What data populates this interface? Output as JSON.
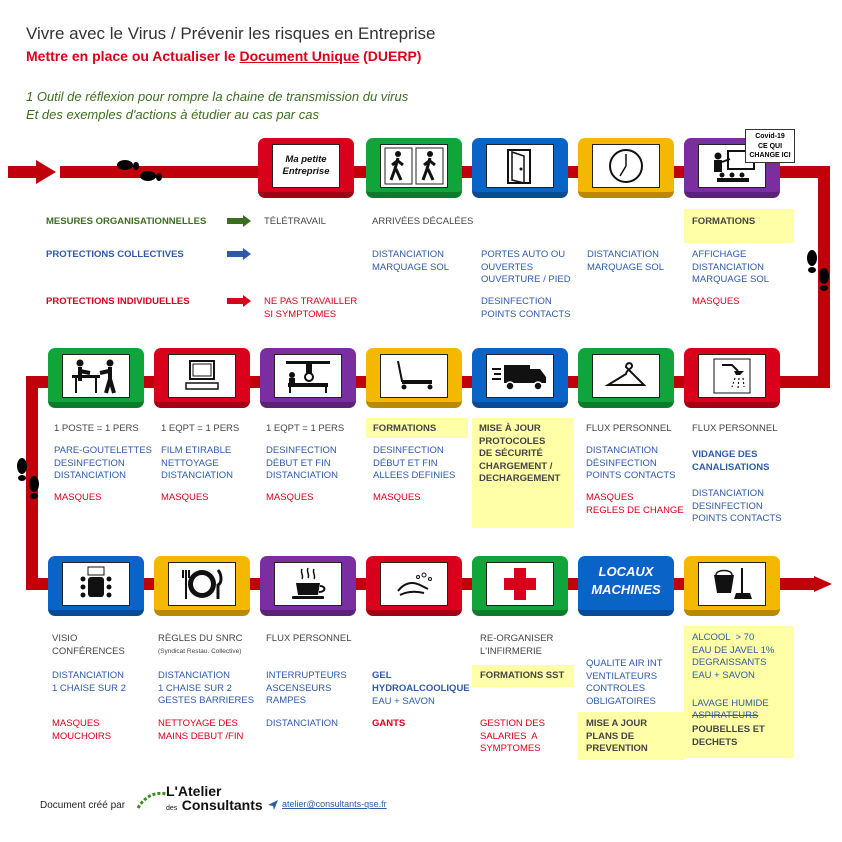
{
  "header": {
    "title": "Vivre avec le Virus /  Prévenir les risques en Entreprise",
    "subtitle_pre": "Mettre en place ou Actualiser le ",
    "subtitle_link": "Document Unique",
    "subtitle_post": " (DUERP)",
    "intro_line1": "1 Outil de réflexion pour rompre la chaine de transmission du virus",
    "intro_line2": "Et des exemples d'actions à étudier au cas par cas"
  },
  "legend": {
    "organisational": "MESURES ORGANISATIONNELLES",
    "collective": "PROTECTIONS COLLECTIVES",
    "individual": "PROTECTIONS INDIVIDUELLES"
  },
  "tiles": {
    "start_line1": "Ma petite",
    "start_line2": "Entreprise",
    "covid_line1": "Covid-19",
    "covid_line2": "CE QUI",
    "covid_line3": "CHANGE ICI",
    "locaux_line1": "LOCAUX",
    "locaux_line2": "MACHINES"
  },
  "row1": {
    "c1": {
      "org": "TÉLÉTRAVAIL",
      "ind": "NE PAS TRAVAILLER\nSI SYMPTOMES"
    },
    "c2": {
      "org": "ARRIVÉES DÉCALÉES",
      "col": "DISTANCIATION\nMARQUAGE SOL"
    },
    "c3": {
      "col1": "PORTES AUTO OU\nOUVERTES\nOUVERTURE / PIED",
      "col2": "DESINFECTION\nPOINTS CONTACTS"
    },
    "c4": {
      "col": "DISTANCIATION\nMARQUAGE SOL"
    },
    "c5": {
      "org": "FORMATIONS",
      "col": "AFFICHAGE\nDISTANCIATION\nMARQUAGE SOL",
      "ind": "MASQUES"
    }
  },
  "row2": {
    "c1": {
      "org": "1 POSTE = 1 PERS",
      "col": "PARE-GOUTELETTES\nDESINFECTION\nDISTANCIATION",
      "ind": "MASQUES"
    },
    "c2": {
      "org": "1 EQPT = 1 PERS",
      "col": "FILM ETIRABLE\nNETTOYAGE\nDISTANCIATION",
      "ind": "MASQUES"
    },
    "c3": {
      "org": "1 EQPT = 1 PERS",
      "col": "DESINFECTION\nDÉBUT ET FIN\nDISTANCIATION",
      "ind": "MASQUES"
    },
    "c4": {
      "org": "FORMATIONS",
      "col": "DESINFECTION\nDÉBUT ET FIN\nALLEES DEFINIES",
      "ind": "MASQUES"
    },
    "c5": {
      "org": "MISE À JOUR\nPROTOCOLES\nDE SÉCURITÉ\nCHARGEMENT /\nDECHARGEMENT"
    },
    "c6": {
      "org": "FLUX PERSONNEL",
      "col": "DISTANCIATION\nDÉSINFECTION\nPOINTS CONTACTS",
      "ind": "MASQUES\nREGLES DE CHANGE"
    },
    "c7": {
      "org": "FLUX PERSONNEL",
      "col1": "VIDANGE DES\nCANALISATIONS",
      "col2": "DISTANCIATION\nDESINFECTION\nPOINTS CONTACTS"
    }
  },
  "row3": {
    "c1": {
      "org": "VISIO\nCONFÉRENCES",
      "col": "DISTANCIATION\n1 CHAISE SUR 2",
      "ind": "MASQUES\nMOUCHOIRS"
    },
    "c2": {
      "org": "RÈGLES DU SNRC",
      "org_small": "(Syndicat Restau. Collective)",
      "col": "DISTANCIATION\n1 CHAISE SUR 2\nGESTES BARRIERES",
      "ind": "NETTOYAGE DES\nMAINS DEBUT /FIN"
    },
    "c3": {
      "org": "FLUX PERSONNEL",
      "col1": "INTERRUPTEURS\nASCENSEURS\nRAMPES",
      "col2": "DISTANCIATION"
    },
    "c4": {
      "col1": "GEL\nHYDROALCOOLIQUE",
      "col2": "EAU  + SAVON",
      "ind": "GANTS"
    },
    "c5": {
      "org": "RE-ORGANISER\nL'INFIRMERIE",
      "org2": "FORMATIONS SST",
      "ind": "GESTION DES\nSALARIES  A\nSYMPTOMES"
    },
    "c6": {
      "col": "QUALITE AIR INT\nVENTILATEURS\nCONTROLES\nOBLIGATOIRES",
      "org": "MISE A JOUR\nPLANS DE\nPREVENTION"
    },
    "c7": {
      "col1": "ALCOOL  > 70\nEAU DE JAVEL 1%\nDEGRAISSANTS\nEAU + SAVON",
      "col2": "LAVAGE HUMIDE",
      "col3": "ASPIRATEURS",
      "org": "POUBELLES ET\nDECHETS"
    }
  },
  "footer": {
    "created_by": "Document  créé par",
    "brand_line1": "L'Atelier",
    "brand_small": "des",
    "brand_line2": "Consultants",
    "email": "atelier@consultants-qse.fr"
  },
  "colors": {
    "track": "#c0000a",
    "green": "#10a43a",
    "red": "#d9001b",
    "blue": "#0a64c8",
    "yellow": "#f5b800",
    "purple": "#7a2ea0",
    "highlight": "#ffffa8"
  }
}
